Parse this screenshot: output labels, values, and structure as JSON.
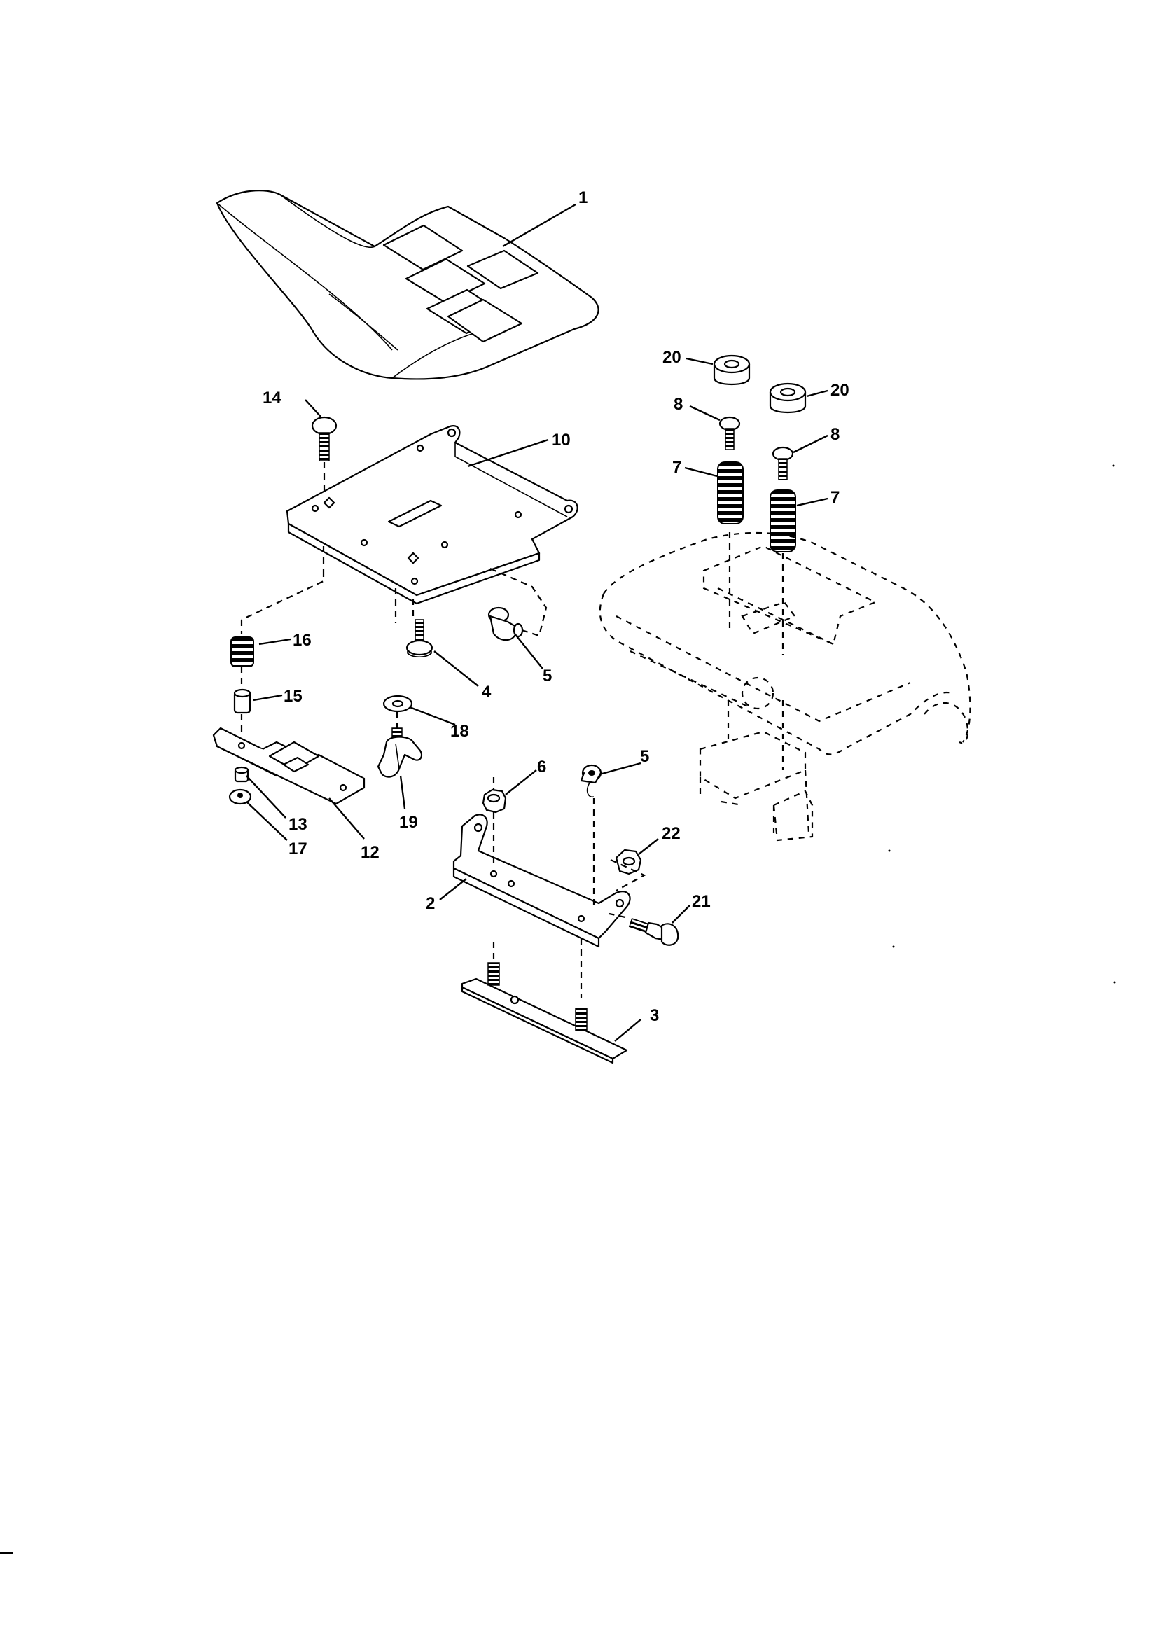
{
  "callouts": [
    {
      "id": "callout-1",
      "label": "1"
    },
    {
      "id": "callout-2",
      "label": "2"
    },
    {
      "id": "callout-3",
      "label": "3"
    },
    {
      "id": "callout-4",
      "label": "4"
    },
    {
      "id": "callout-5a",
      "label": "5"
    },
    {
      "id": "callout-5b",
      "label": "5"
    },
    {
      "id": "callout-6",
      "label": "6"
    },
    {
      "id": "callout-7a",
      "label": "7"
    },
    {
      "id": "callout-7b",
      "label": "7"
    },
    {
      "id": "callout-8a",
      "label": "8"
    },
    {
      "id": "callout-8b",
      "label": "8"
    },
    {
      "id": "callout-10",
      "label": "10"
    },
    {
      "id": "callout-12",
      "label": "12"
    },
    {
      "id": "callout-13",
      "label": "13"
    },
    {
      "id": "callout-14",
      "label": "14"
    },
    {
      "id": "callout-15",
      "label": "15"
    },
    {
      "id": "callout-16",
      "label": "16"
    },
    {
      "id": "callout-17",
      "label": "17"
    },
    {
      "id": "callout-18",
      "label": "18"
    },
    {
      "id": "callout-19",
      "label": "19"
    },
    {
      "id": "callout-20a",
      "label": "20"
    },
    {
      "id": "callout-20b",
      "label": "20"
    },
    {
      "id": "callout-21",
      "label": "21"
    },
    {
      "id": "callout-22",
      "label": "22"
    }
  ]
}
